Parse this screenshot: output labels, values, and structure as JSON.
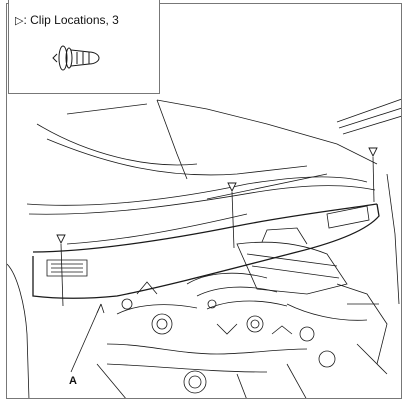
{
  "legend": {
    "symbol": "▷",
    "text": ": Clip Locations, 3",
    "icon": "push-clip-icon"
  },
  "callouts": {
    "part_label": "A",
    "clip_marker_icon": "triangle-marker-icon",
    "clip_marker_count": 3
  },
  "colors": {
    "line": "#1a1a1a",
    "frame": "#777777",
    "background": "#ffffff"
  }
}
